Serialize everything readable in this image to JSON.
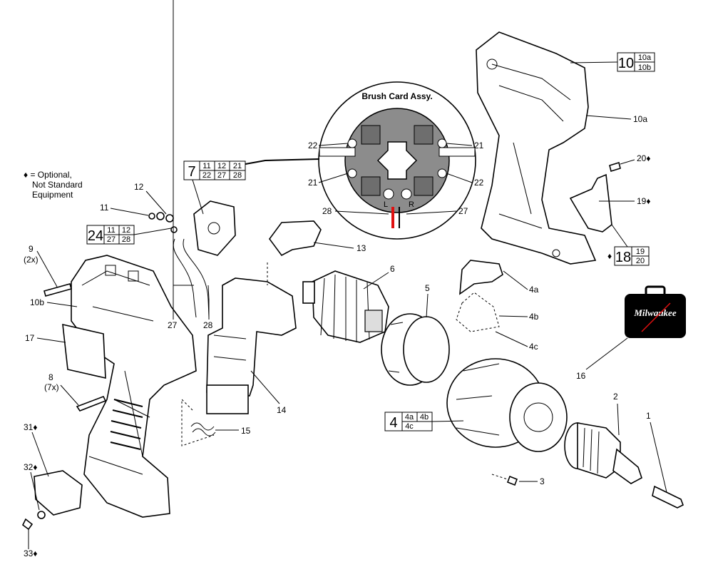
{
  "note": {
    "symbol": "♦",
    "lines": [
      "= Optional,",
      "Not Standard",
      "Equipment"
    ]
  },
  "brush_card": {
    "title": "Brush Card Assy.",
    "labels": [
      "22",
      "21",
      "21",
      "22",
      "28",
      "27"
    ],
    "terminal_left": "L",
    "terminal_right": "R"
  },
  "callouts": [
    "1",
    "2",
    "3",
    "4a",
    "4b",
    "4c",
    "5",
    "6",
    "8",
    "(7x)",
    "9",
    "(2x)",
    "10a",
    "10b",
    "11",
    "12",
    "13",
    "14",
    "15",
    "16",
    "17",
    "19♦",
    "20♦",
    "27",
    "28",
    "31♦",
    "32♦",
    "33♦"
  ],
  "kit_boxes": {
    "k10": {
      "main": "10",
      "subs": [
        "10a",
        "10b"
      ]
    },
    "k7": {
      "main": "7",
      "subs": [
        "11",
        "12",
        "21",
        "22",
        "27",
        "28"
      ]
    },
    "k24": {
      "main": "24",
      "subs": [
        "11",
        "12",
        "27",
        "28"
      ]
    },
    "k18": {
      "prefix": "♦",
      "main": "18",
      "subs": [
        "19",
        "20"
      ]
    },
    "k4": {
      "main": "4",
      "subs": [
        "4a",
        "4b",
        "4c"
      ]
    }
  },
  "case_brand": "Milwaukee",
  "colors": {
    "line": "#000000",
    "brush_card": "#8c8c8c",
    "lead_red": "#e01010",
    "case": "#000000"
  }
}
